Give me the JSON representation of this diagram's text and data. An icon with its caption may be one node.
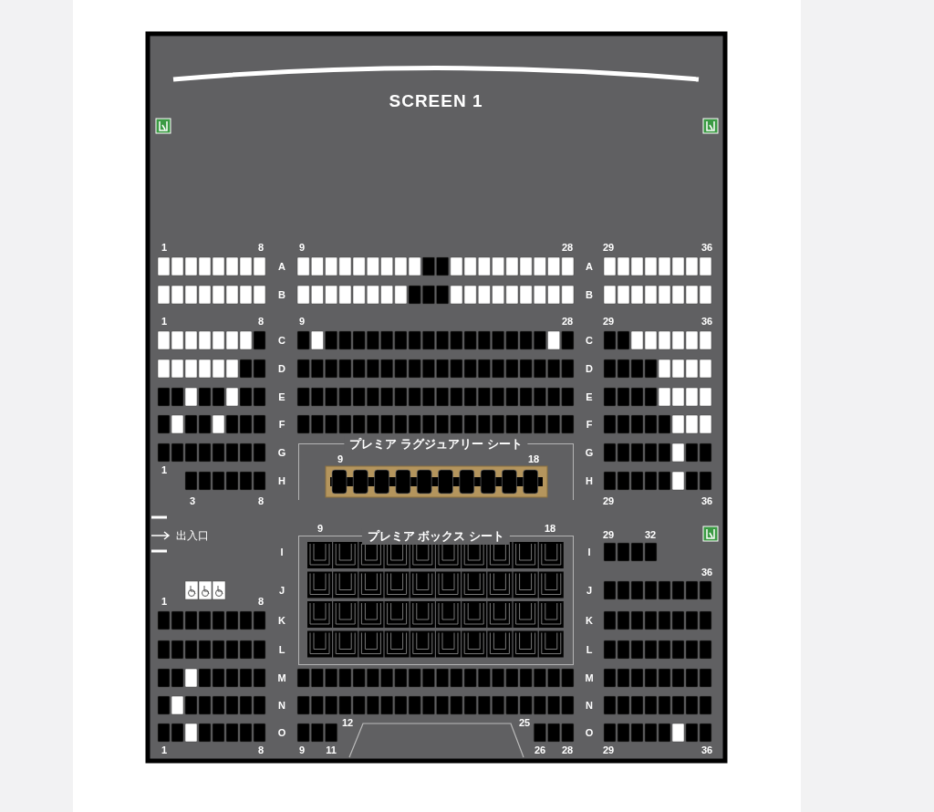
{
  "diagram": {
    "title": "SCREEN 1",
    "nodes": [
      {
        "text": [
          "プレミア ラグジュアリー シート"
        ]
      },
      {
        "text": [
          "プレミア ボックス シート"
        ]
      }
    ],
    "edges": [],
    "labels": [
      "1",
      "8",
      "9",
      "28",
      "29",
      "36",
      "A",
      "A",
      "B",
      "B",
      "1",
      "8",
      "9",
      "28",
      "29",
      "36",
      "C",
      "C",
      "D",
      "D",
      "E",
      "E",
      "F",
      "F",
      "G",
      "9",
      "18",
      "G",
      "1",
      "H",
      "H",
      "3",
      "8",
      "29",
      "36",
      "出入口",
      "9",
      "18",
      "29",
      "32",
      "I",
      "I",
      "36",
      "J",
      "J",
      "1",
      "8",
      "K",
      "K",
      "L",
      "L",
      "M",
      "M",
      "N",
      "N",
      "12",
      "25",
      "O",
      "O",
      "1",
      "8",
      "9",
      "11",
      "26",
      "28",
      "29",
      "36"
    ]
  }
}
